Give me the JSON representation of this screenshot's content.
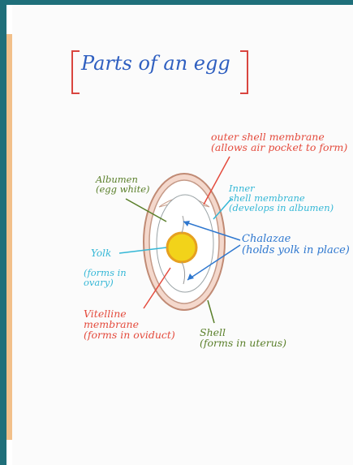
{
  "title": "Parts of an egg",
  "labels": {
    "outer_shell_membrane": "outer shell membrane\n(allows air pocket to form)",
    "inner_shell_membrane": "Inner\nshell membrane\n(develops in albumen)",
    "albumen": "Albumen\n(egg white)",
    "chalazae": "Chalazae\n(holds yolk in place)",
    "yolk": "Yolk",
    "yolk_note": "(forms in\novary)",
    "vitelline_membrane": "Vitelline\nmembrane\n(forms in oviduct)",
    "shell": "Shell\n(forms in uterus)"
  },
  "colors": {
    "frame": "#1f6f7a",
    "side_strip": "#f2c08a",
    "red": "#e44b3d",
    "teal": "#34b7d6",
    "green": "#5a7f2a",
    "blue": "#2e77cf",
    "yolk": "#f2d31a",
    "shell": "#e8b8a8"
  }
}
